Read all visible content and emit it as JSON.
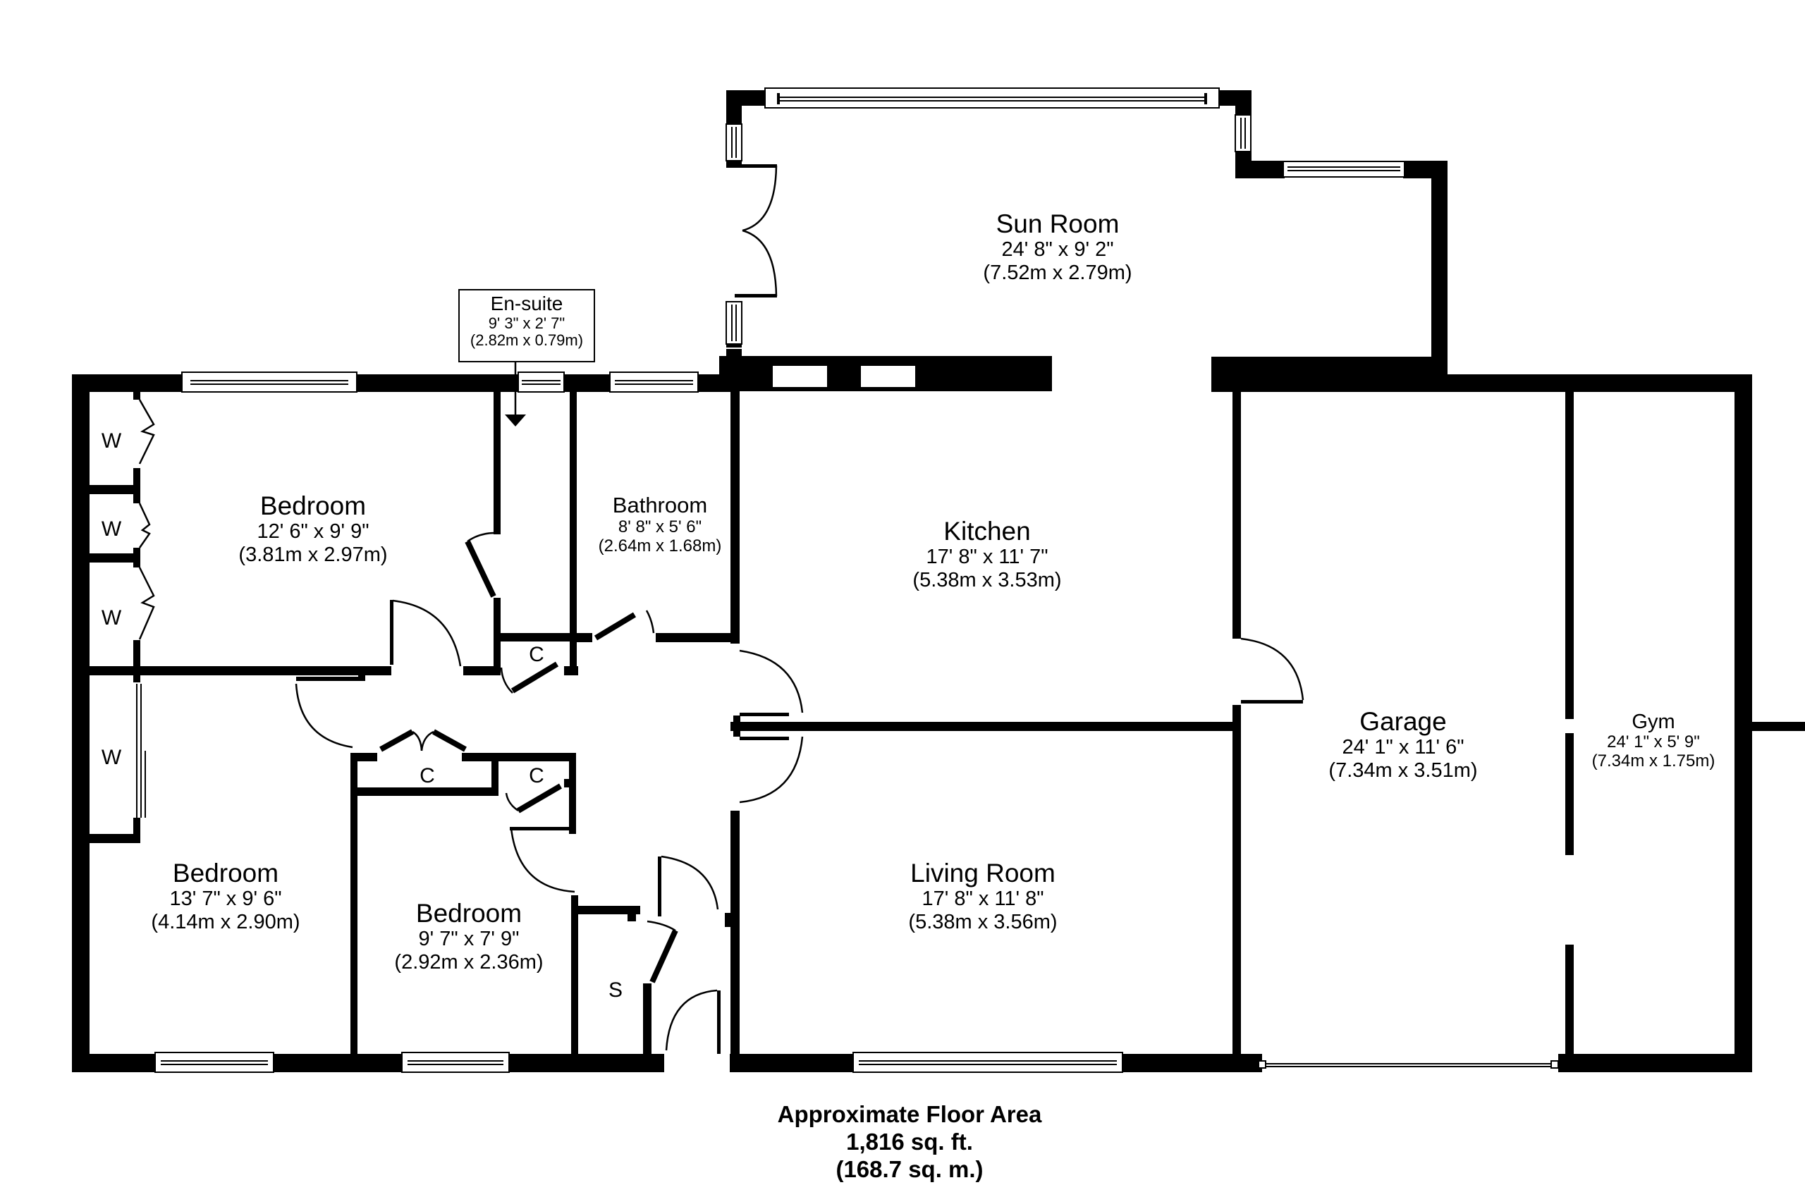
{
  "floorplan": {
    "rooms": {
      "sun_room": {
        "name": "Sun Room",
        "imperial": "24' 8\" x 9' 2\"",
        "metric": "(7.52m x 2.79m)"
      },
      "en_suite": {
        "name": "En-suite",
        "imperial": "9' 3\" x 2' 7\"",
        "metric": "(2.82m x 0.79m)"
      },
      "bedroom_1": {
        "name": "Bedroom",
        "imperial": "12' 6\" x 9' 9\"",
        "metric": "(3.81m x 2.97m)"
      },
      "bathroom": {
        "name": "Bathroom",
        "imperial": "8' 8\" x 5' 6\"",
        "metric": "(2.64m x 1.68m)"
      },
      "kitchen": {
        "name": "Kitchen",
        "imperial": "17' 8\" x 11' 7\"",
        "metric": "(5.38m x 3.53m)"
      },
      "garage": {
        "name": "Garage",
        "imperial": "24' 1\" x 11' 6\"",
        "metric": "(7.34m x 3.51m)"
      },
      "gym": {
        "name": "Gym",
        "imperial": "24' 1\" x 5' 9\"",
        "metric": "(7.34m x 1.75m)"
      },
      "bedroom_2": {
        "name": "Bedroom",
        "imperial": "13' 7\" x 9' 6\"",
        "metric": "(4.14m x 2.90m)"
      },
      "bedroom_3": {
        "name": "Bedroom",
        "imperial": "9' 7\" x 7' 9\"",
        "metric": "(2.92m x 2.36m)"
      },
      "living_room": {
        "name": "Living Room",
        "imperial": "17' 8\" x 11' 8\"",
        "metric": "(5.38m x 3.56m)"
      }
    },
    "storage_tags": {
      "wardrobe_1": "W",
      "wardrobe_2": "W",
      "wardrobe_3": "W",
      "wardrobe_4": "W",
      "cupboard_1": "C",
      "cupboard_2": "C",
      "cupboard_3": "C",
      "store": "S"
    },
    "floor_area": {
      "title": "Approximate Floor Area",
      "imperial": "1,816 sq. ft.",
      "metric": "(168.7 sq. m.)"
    },
    "colors": {
      "walls": "#000000",
      "background": "#ffffff"
    }
  }
}
